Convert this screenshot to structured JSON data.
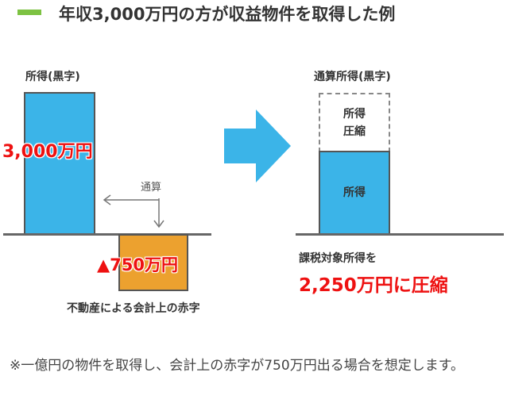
{
  "title": "年収3,000万円の方が収益物件を取得した例",
  "left": {
    "income_label": "所得(黒字)",
    "income_amount": "3,000万円",
    "deficit_amount": "▲750万円",
    "deficit_caption": "不動産による会計上の赤字",
    "offset_label": "通算"
  },
  "right": {
    "combined_label": "通算所得(黒字)",
    "compressed_label_line1": "所得",
    "compressed_label_line2": "圧縮",
    "income_label": "所得",
    "taxable_label": "課税対象所得を",
    "taxable_result": "2,250万円に圧縮"
  },
  "note": "※一億円の物件を取得し、会計上の赤字が750万円出る場合を想定します。",
  "colors": {
    "accent_green": "#7dc242",
    "bar_blue": "#3bb4e8",
    "bar_orange": "#eca12f",
    "arrow_blue": "#3bb4e8",
    "highlight_red": "#ee1111"
  }
}
